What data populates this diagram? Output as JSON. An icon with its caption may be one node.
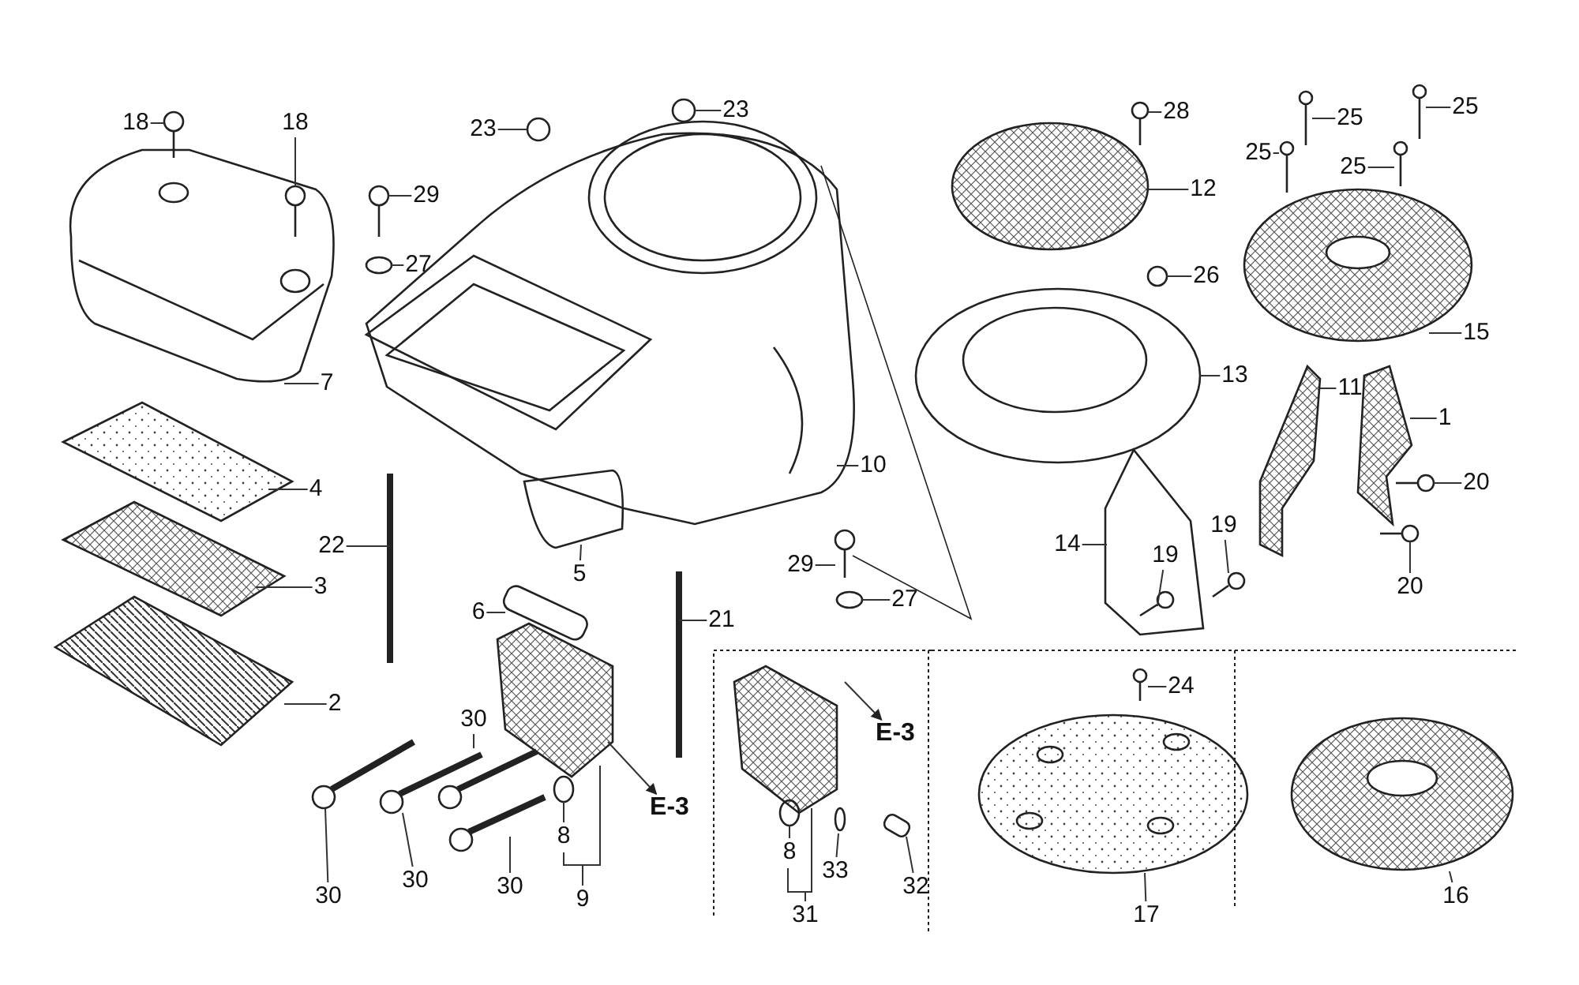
{
  "diagram": {
    "nodes": [
      {
        "text": [
          "18"
        ]
      },
      {
        "text": [
          "18"
        ]
      },
      {
        "text": [
          "23"
        ]
      },
      {
        "text": [
          "23"
        ]
      },
      {
        "text": [
          "28"
        ]
      },
      {
        "text": [
          "25"
        ]
      },
      {
        "text": [
          "25"
        ]
      },
      {
        "text": [
          "25"
        ]
      },
      {
        "text": [
          "25"
        ]
      },
      {
        "text": [
          "29"
        ]
      },
      {
        "text": [
          "12"
        ]
      },
      {
        "text": [
          "27"
        ]
      },
      {
        "text": [
          "26"
        ]
      },
      {
        "text": [
          "15"
        ]
      },
      {
        "text": [
          "7"
        ]
      },
      {
        "text": [
          "13"
        ]
      },
      {
        "text": [
          "11"
        ]
      },
      {
        "text": [
          "1"
        ]
      },
      {
        "text": [
          "4"
        ]
      },
      {
        "text": [
          "10"
        ]
      },
      {
        "text": [
          "20"
        ]
      },
      {
        "text": [
          "22"
        ]
      },
      {
        "text": [
          "3"
        ]
      },
      {
        "text": [
          "14"
        ]
      },
      {
        "text": [
          "19"
        ]
      },
      {
        "text": [
          "19"
        ]
      },
      {
        "text": [
          "20"
        ]
      },
      {
        "text": [
          "5"
        ]
      },
      {
        "text": [
          "29"
        ]
      },
      {
        "text": [
          "27"
        ]
      },
      {
        "text": [
          "21"
        ]
      },
      {
        "text": [
          "6"
        ]
      },
      {
        "text": [
          "2"
        ]
      },
      {
        "text": [
          "E-3"
        ]
      },
      {
        "text": [
          "30"
        ]
      },
      {
        "text": [
          "24"
        ]
      },
      {
        "text": [
          "E-3"
        ]
      },
      {
        "text": [
          "8"
        ]
      },
      {
        "text": [
          "33"
        ]
      },
      {
        "text": [
          "8"
        ]
      },
      {
        "text": [
          "30"
        ]
      },
      {
        "text": [
          "30"
        ]
      },
      {
        "text": [
          "30"
        ]
      },
      {
        "text": [
          "32"
        ]
      },
      {
        "text": [
          "9"
        ]
      },
      {
        "text": [
          "17"
        ]
      },
      {
        "text": [
          "16"
        ]
      },
      {
        "text": [
          "31"
        ]
      }
    ],
    "edges": [
      {
        "from": 0,
        "to": null,
        "arrow": "none"
      },
      {
        "from": 1,
        "to": null,
        "arrow": "none"
      },
      {
        "from": 2,
        "to": null,
        "arrow": "none"
      },
      {
        "from": 3,
        "to": null,
        "arrow": "none"
      },
      {
        "from": 4,
        "to": null,
        "arrow": "none"
      },
      {
        "from": 5,
        "to": null,
        "arrow": "none"
      },
      {
        "from": 6,
        "to": null,
        "arrow": "none"
      },
      {
        "from": 7,
        "to": null,
        "arrow": "none"
      },
      {
        "from": 8,
        "to": null,
        "arrow": "none"
      },
      {
        "from": 9,
        "to": null,
        "arrow": "none"
      },
      {
        "from": 10,
        "to": null,
        "arrow": "none"
      },
      {
        "from": 11,
        "to": null,
        "arrow": "none"
      },
      {
        "from": 12,
        "to": null,
        "arrow": "none"
      },
      {
        "from": 13,
        "to": null,
        "arrow": "none"
      },
      {
        "from": 14,
        "to": null,
        "arrow": "none"
      },
      {
        "from": 15,
        "to": null,
        "arrow": "none"
      },
      {
        "from": 16,
        "to": null,
        "arrow": "none"
      },
      {
        "from": 17,
        "to": null,
        "arrow": "none"
      },
      {
        "from": 18,
        "to": null,
        "arrow": "none"
      },
      {
        "from": 19,
        "to": null,
        "arrow": "none"
      },
      {
        "from": 20,
        "to": null,
        "arrow": "none"
      },
      {
        "from": 21,
        "to": null,
        "arrow": "none"
      },
      {
        "from": 22,
        "to": null,
        "arrow": "none"
      },
      {
        "from": 23,
        "to": null,
        "arrow": "none"
      },
      {
        "from": 24,
        "to": null,
        "arrow": "none"
      },
      {
        "from": 25,
        "to": null,
        "arrow": "none"
      },
      {
        "from": 26,
        "to": null,
        "arrow": "none"
      },
      {
        "from": 27,
        "to": null,
        "arrow": "none"
      },
      {
        "from": 28,
        "to": null,
        "arrow": "none"
      },
      {
        "from": 29,
        "to": null,
        "arrow": "none"
      },
      {
        "from": 30,
        "to": null,
        "arrow": "none"
      },
      {
        "from": 31,
        "to": null,
        "arrow": "none"
      },
      {
        "from": 32,
        "to": null,
        "arrow": "none"
      },
      {
        "from": null,
        "to": 33,
        "arrow": "to"
      },
      {
        "from": 34,
        "to": null,
        "arrow": "none"
      },
      {
        "from": 35,
        "to": null,
        "arrow": "none"
      },
      {
        "from": null,
        "to": 36,
        "arrow": "to"
      },
      {
        "from": 37,
        "to": null,
        "arrow": "none"
      },
      {
        "from": 38,
        "to": null,
        "arrow": "none"
      },
      {
        "from": 39,
        "to": null,
        "arrow": "none"
      },
      {
        "from": 40,
        "to": null,
        "arrow": "none"
      },
      {
        "from": 41,
        "to": null,
        "arrow": "none"
      },
      {
        "from": 42,
        "to": null,
        "arrow": "none"
      },
      {
        "from": 43,
        "to": null,
        "arrow": "none"
      },
      {
        "from": 44,
        "to": null,
        "arrow": "none"
      },
      {
        "from": 45,
        "to": null,
        "arrow": "none"
      },
      {
        "from": 46,
        "to": null,
        "arrow": "none"
      },
      {
        "from": 47,
        "to": null,
        "arrow": "none"
      }
    ]
  }
}
